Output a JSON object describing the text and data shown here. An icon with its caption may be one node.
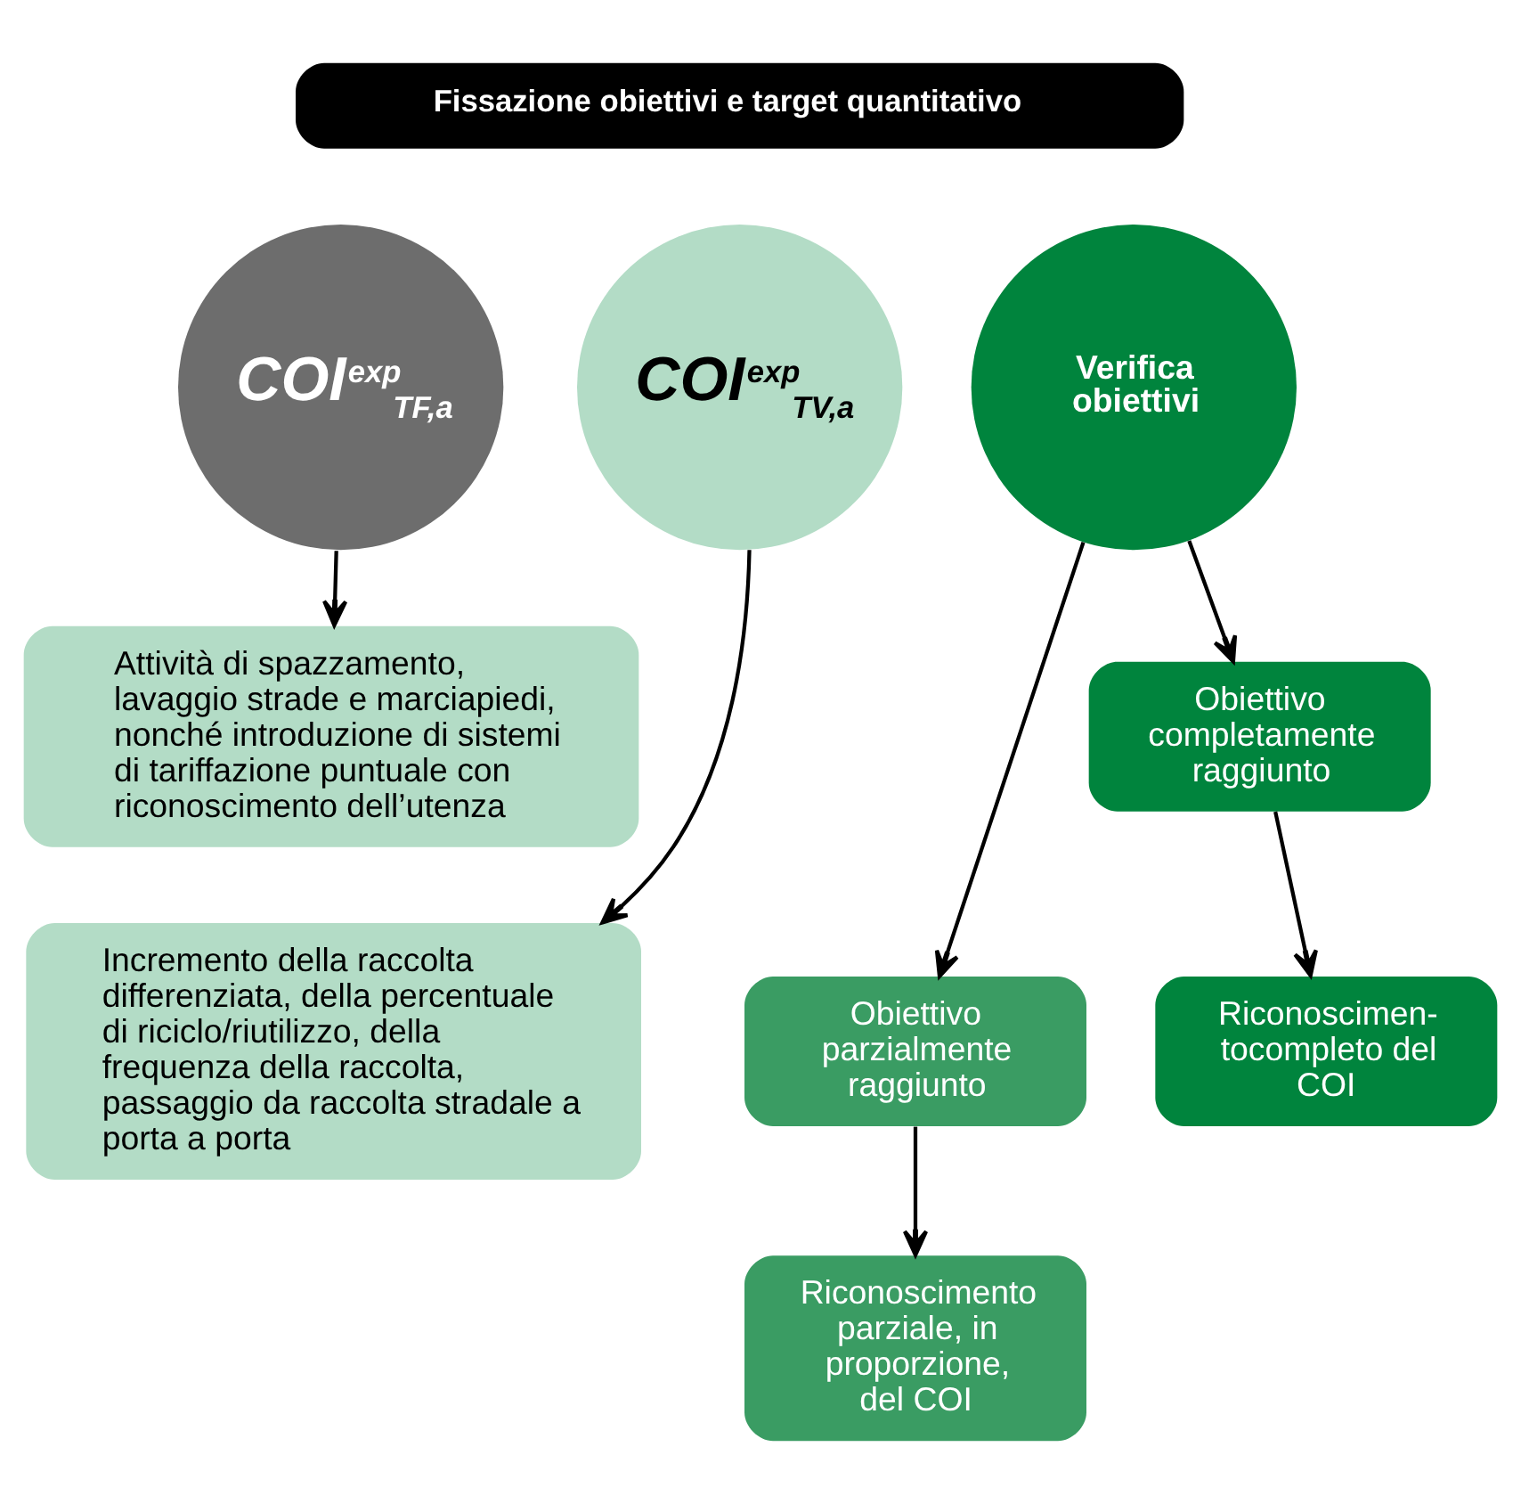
{
  "diagram": {
    "nodes": [
      {
        "text": [
          "Fissazione obiettivi e target quantitativo"
        ]
      },
      {
        "text": [
          "COI$^{exp}$$_{TF,a}$"
        ]
      },
      {
        "text": [
          "COI$^{exp}$$_{TV,a}$"
        ]
      },
      {
        "text": [
          "Verifica obiettivi"
        ]
      },
      {
        "text": [
          "Attività di spazzamento, lavaggio strade e marciapiedi, nonché introduzione di sistemi di tariffazione puntuale con riconoscimento dell’utenza"
        ]
      },
      {
        "text": [
          "Incremento della raccolta differenziata, della percentuale di riciclo/riutilizzo, della frequenza della raccolta, passaggio da raccolta stradale a porta a porta"
        ]
      },
      {
        "text": [
          "Obiettivo completamente raggiunto"
        ]
      },
      {
        "text": [
          "Obiettivo parzialmente raggiunto"
        ]
      },
      {
        "text": [
          "Riconoscimen- tocompleto del COI"
        ]
      },
      {
        "text": [
          "Riconoscimento parziale, in proporzione, del COI"
        ]
      }
    ],
    "edges": [
      {
        "from": 1,
        "to": 4,
        "arrow": "to"
      },
      {
        "from": 2,
        "to": 5,
        "arrow": "to"
      },
      {
        "from": 3,
        "to": 6,
        "arrow": "to"
      },
      {
        "from": 3,
        "to": 7,
        "arrow": "to"
      },
      {
        "from": 6,
        "to": 8,
        "arrow": "to"
      },
      {
        "from": 7,
        "to": 9,
        "arrow": "to"
      }
    ]
  }
}
